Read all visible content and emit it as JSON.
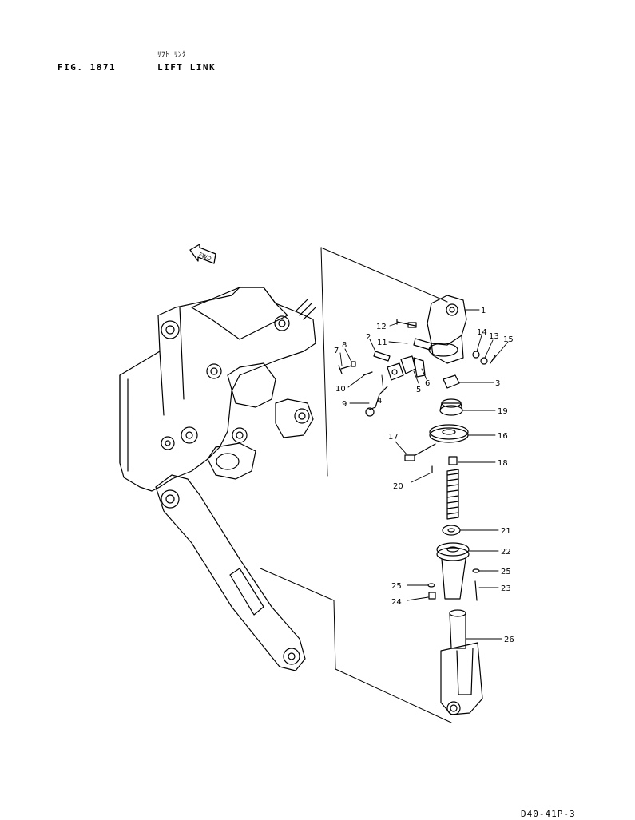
{
  "header": {
    "fig_label": "FIG. 1871",
    "title_kana": "ﾘﾌﾄ ﾘﾝｸ",
    "title_en": "LIFT LINK"
  },
  "footer": {
    "page_code": "D40-41P-3"
  },
  "direction_marker": "FWD",
  "callouts": [
    {
      "id": "c1",
      "text": "1"
    },
    {
      "id": "c2",
      "text": "2"
    },
    {
      "id": "c3",
      "text": "3"
    },
    {
      "id": "c4",
      "text": "4"
    },
    {
      "id": "c5",
      "text": "5"
    },
    {
      "id": "c6",
      "text": "6"
    },
    {
      "id": "c7",
      "text": "7"
    },
    {
      "id": "c8",
      "text": "8"
    },
    {
      "id": "c9",
      "text": "9"
    },
    {
      "id": "c10",
      "text": "10"
    },
    {
      "id": "c11",
      "text": "11"
    },
    {
      "id": "c12",
      "text": "12"
    },
    {
      "id": "c13",
      "text": "13"
    },
    {
      "id": "c14",
      "text": "14"
    },
    {
      "id": "c15",
      "text": "15"
    },
    {
      "id": "c16",
      "text": "16"
    },
    {
      "id": "c17",
      "text": "17"
    },
    {
      "id": "c18",
      "text": "18"
    },
    {
      "id": "c19",
      "text": "19"
    },
    {
      "id": "c20",
      "text": "20"
    },
    {
      "id": "c21",
      "text": "21"
    },
    {
      "id": "c22",
      "text": "22"
    },
    {
      "id": "c23",
      "text": "23"
    },
    {
      "id": "c24",
      "text": "24"
    },
    {
      "id": "c25a",
      "text": "25"
    },
    {
      "id": "c25b",
      "text": "25"
    },
    {
      "id": "c26",
      "text": "26"
    }
  ]
}
